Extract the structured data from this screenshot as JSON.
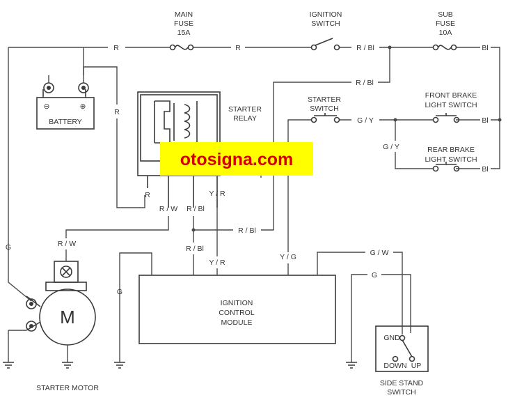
{
  "components": {
    "main_fuse": [
      "MAIN",
      "FUSE",
      "15A"
    ],
    "ignition_switch": [
      "IGNITION",
      "SWITCH"
    ],
    "sub_fuse": [
      "SUB",
      "FUSE",
      "10A"
    ],
    "battery": "BATTERY",
    "battery_neg": "⊖",
    "battery_pos": "⊕",
    "starter_relay": [
      "STARTER",
      "RELAY"
    ],
    "starter_switch": [
      "STARTER",
      "SWITCH"
    ],
    "front_brake_switch": [
      "FRONT BRAKE",
      "LIGHT SWITCH"
    ],
    "rear_brake_switch": [
      "REAR BRAKE",
      "LIGHT SWITCH"
    ],
    "ignition_module": [
      "IGNITION",
      "CONTROL",
      "MODULE"
    ],
    "starter_motor": "STARTER MOTOR",
    "motor_symbol": "M",
    "side_stand_switch": [
      "SIDE STAND",
      "SWITCH"
    ],
    "side_stand_gnd": "GND",
    "side_stand_down": "DOWN",
    "side_stand_up": "UP"
  },
  "wires": {
    "r_left": "R",
    "r_mid": "R",
    "r_bl_ign": "R / Bl",
    "bl_top": "Bl",
    "r_bl_relay_feed": "R / Bl",
    "g_y_start": "G / Y",
    "bl_front": "Bl",
    "g_y_vertical": "G / Y",
    "bl_rear": "Bl",
    "r_battery": "R",
    "r_relay": "R",
    "r_w_relay": "R / W",
    "r_bl_relay": "R / Bl",
    "y_r_relay": "Y / R",
    "r_bl_junction": "R / Bl",
    "r_w_motor": "R / W",
    "g_left": "G",
    "r_bl_module": "R / Bl",
    "y_r_module": "Y / R",
    "y_g_module": "Y / G",
    "g_w_module": "G / W",
    "g_module": "G",
    "g_side": "G"
  },
  "watermark": "otosigna.com",
  "colors": {
    "line": "#4a4a4a",
    "text": "#333333",
    "watermark_bg": "#ffff00",
    "watermark_text": "#d40000"
  }
}
